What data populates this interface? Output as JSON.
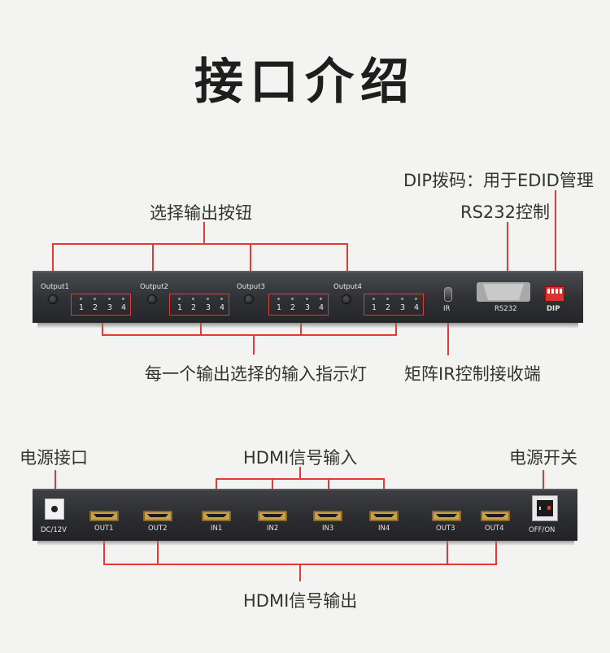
{
  "title": "接口介绍",
  "front": {
    "label_dip": "DIP拨码：用于EDID管理",
    "label_rs232": "RS232控制",
    "label_select_buttons": "选择输出按钮",
    "label_indicators": "每一个输出选择的输入指示灯",
    "label_ir": "矩阵IR控制接收端",
    "outputs": [
      "Output1",
      "Output2",
      "Output3",
      "Output4"
    ],
    "led_numbers": [
      "1",
      "2",
      "3",
      "4"
    ],
    "ir_text": "IR",
    "rs232_text": "RS232",
    "dip_text": "DIP"
  },
  "back": {
    "label_power_port": "电源接口",
    "label_hdmi_in": "HDMI信号输入",
    "label_power_switch": "电源开关",
    "label_hdmi_out": "HDMI信号输出",
    "dc_text": "DC/12V",
    "switch_text": "OFF/ON",
    "ports": [
      "OUT1",
      "OUT2",
      "IN1",
      "IN2",
      "IN3",
      "IN4",
      "OUT3",
      "OUT4"
    ]
  },
  "colors": {
    "accent_line": "#e53935",
    "panel": "#2f3033",
    "hdmi_gold": "#c9a14a"
  }
}
